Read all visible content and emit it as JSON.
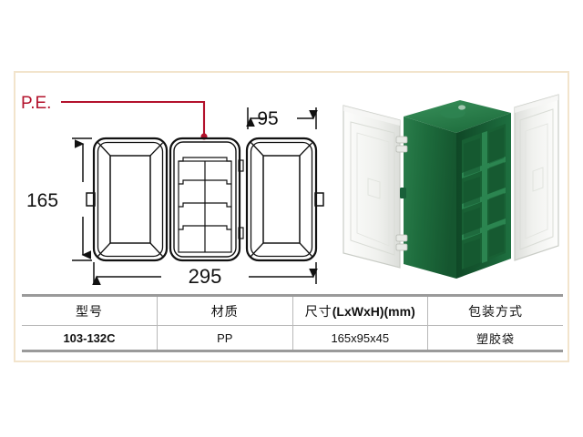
{
  "drawing": {
    "callout_label": "P.E.",
    "callout_color": "#b3122c",
    "dimensions": {
      "height_label": "165",
      "width_total_label": "295",
      "width_lid_label": "95"
    },
    "views": [
      {
        "name": "left-lid-view",
        "description": "left lid outer face, beveled rectangle"
      },
      {
        "name": "center-tray-view",
        "description": "center tray with compartment dividers"
      },
      {
        "name": "right-lid-view",
        "description": "right lid outer face, beveled rectangle"
      }
    ],
    "line_color": "#111111"
  },
  "photo": {
    "alt": "green plastic compartment box with two translucent lids open",
    "body_color": "#1d6b3c",
    "body_shadow_color": "#0f4726",
    "lid_color": "#eceeea",
    "lid_edge_color": "#c9ccc6",
    "background": "#ffffff"
  },
  "table": {
    "headers": [
      "型号",
      "材质",
      "尺寸(LxWxH)(mm)",
      "包装方式"
    ],
    "header_dimension_parts": {
      "cjk": "尺寸",
      "latin": "(LxWxH)(mm)"
    },
    "rows": [
      {
        "model": "103-132C",
        "material": "PP",
        "dimensions": "165x95x45",
        "packaging": "塑胶袋"
      }
    ],
    "border_color": "#9a9a9a",
    "divider_color": "#b8b8b8"
  },
  "frame": {
    "border_color": "#f2e4cc"
  }
}
